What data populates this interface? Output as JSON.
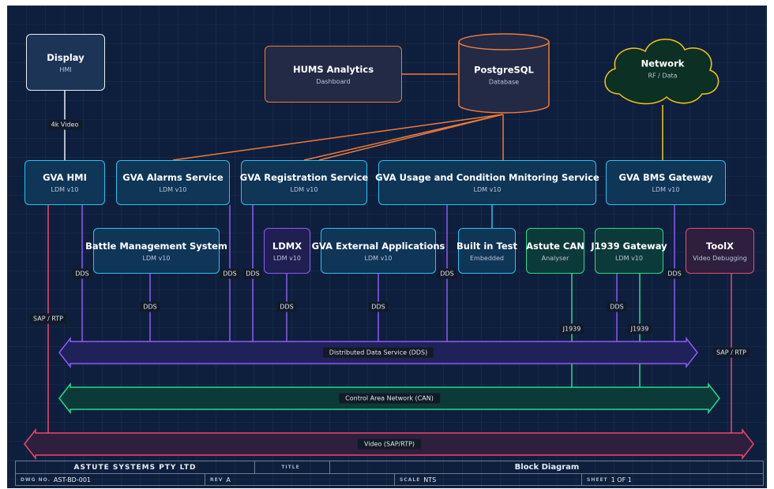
{
  "colors": {
    "background": "#0e1f3d",
    "cyan": "#29c2ec",
    "purple": "#8b5cf6",
    "green": "#22dd88",
    "red": "#f0466c",
    "orange": "#f07a3a",
    "yellow": "#f2c80f"
  },
  "nodes": {
    "display": {
      "title": "Display",
      "sub": "HMI"
    },
    "hums": {
      "title": "HUMS Analytics",
      "sub": "Dashboard"
    },
    "postgres": {
      "title": "PostgreSQL",
      "sub": "Database"
    },
    "network": {
      "title": "Network",
      "sub": "RF / Data"
    },
    "gva_hmi": {
      "title": "GVA HMI",
      "sub": "LDM v10"
    },
    "alarms": {
      "title": "GVA Alarms Service",
      "sub": "LDM v10"
    },
    "registration": {
      "title": "GVA Registration Service",
      "sub": "LDM v10"
    },
    "usage": {
      "title": "GVA Usage and Condition Mnitoring Service",
      "sub": "LDM v10"
    },
    "bms_gateway": {
      "title": "GVA BMS Gateway",
      "sub": "LDM v10"
    },
    "battle": {
      "title": "Battle Management System",
      "sub": "LDM v10"
    },
    "ldmx": {
      "title": "LDMX",
      "sub": "LDM v10"
    },
    "external": {
      "title": "GVA External Applications",
      "sub": "LDM v10"
    },
    "bit": {
      "title": "Built in Test",
      "sub": "Embedded"
    },
    "astute_can": {
      "title": "Astute CAN",
      "sub": "Analyser"
    },
    "j1939_gw": {
      "title": "J1939 Gateway",
      "sub": "LDM v10"
    },
    "toolx": {
      "title": "ToolX",
      "sub": "Video Debugging"
    }
  },
  "link_labels": {
    "video_4k": "4k Video",
    "dds": "DDS",
    "sap_rtp": "SAP / RTP",
    "j1939": "J1939"
  },
  "buses": {
    "dds": "Distributed Data Service (DDS)",
    "can": "Control Area Network (CAN)",
    "video": "Video (SAP/RTP)"
  },
  "title_block": {
    "company": "ASTUTE SYSTEMS PTY LTD",
    "title_key": "TITLE",
    "title": "Block Diagram",
    "dwg_key": "DWG NO.",
    "dwg": "AST-BD-001",
    "rev_key": "REV",
    "rev": "A",
    "scale_key": "SCALE",
    "scale": "NTS",
    "sheet_key": "SHEET",
    "sheet": "1 OF 1"
  }
}
